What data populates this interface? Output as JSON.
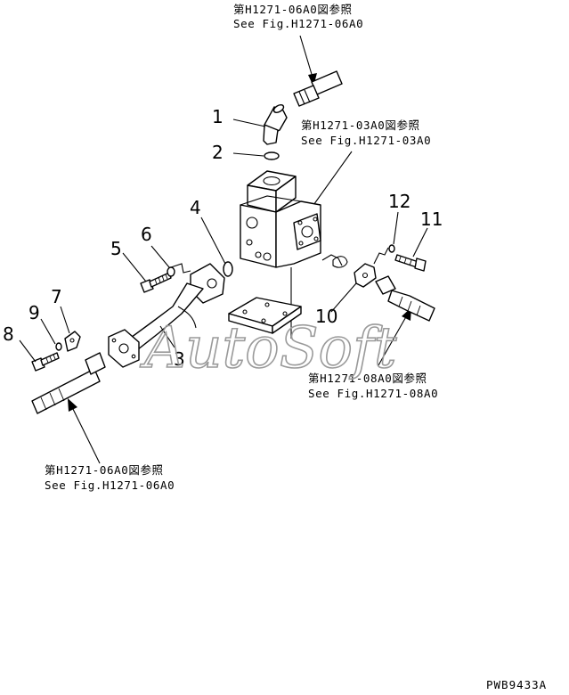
{
  "references": [
    {
      "jp": "第H1271-06A0図参照",
      "en": "See Fig.H1271-06A0"
    },
    {
      "jp": "第H1271-03A0図参照",
      "en": "See Fig.H1271-03A0"
    },
    {
      "jp": "第H1271-08A0図参照",
      "en": "See Fig.H1271-08A0"
    },
    {
      "jp": "第H1271-06A0図参照",
      "en": "See Fig.H1271-06A0"
    }
  ],
  "callouts": [
    "1",
    "2",
    "3",
    "4",
    "5",
    "6",
    "7",
    "8",
    "9",
    "10",
    "11",
    "12"
  ],
  "watermark": "AutoSoft",
  "drawing_code": "PWB9433A"
}
